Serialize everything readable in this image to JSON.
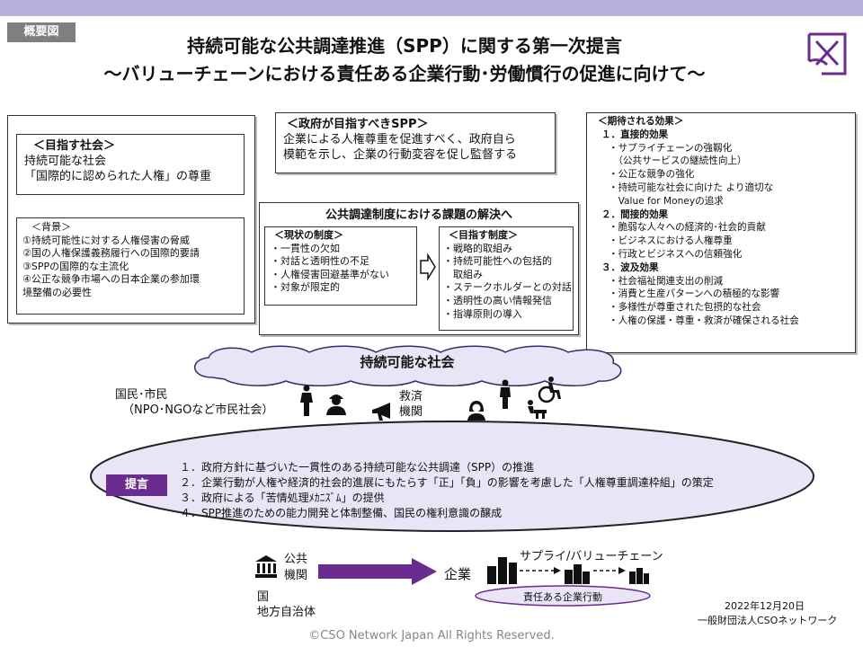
{
  "header": {
    "tag": "概要図",
    "title_line1": "持続可能な公共調達推進（SPP）に関する第一次提言",
    "title_line2": "〜バリューチェーンにおける責任ある企業行動･労働慣行の促進に向けて〜"
  },
  "society_goal": {
    "heading": "＜目指す社会＞",
    "lines": [
      "持続可能な社会",
      "「国際的に認められた人権」の尊重"
    ]
  },
  "background": {
    "heading": "＜背景＞",
    "items": [
      "①持続可能性に対する人権侵害の脅威",
      "②国の人権保護義務履行への国際的要請",
      "③SPPの国際的な主流化",
      "④公正な競争市場への日本企業の参加環",
      "境整備の必要性"
    ]
  },
  "gov_spp": {
    "heading": "＜政府が目指すべきSPP＞",
    "lines": [
      "企業による人権尊重を促進すべく、政府自ら",
      "模範を示し、企業の行動変容を促し監督する"
    ]
  },
  "procurement": {
    "heading": "公共調達制度における課題の解決へ",
    "current_heading": "＜現状の制度＞",
    "current_items": [
      "・一貫性の欠如",
      "・対話と透明性の不足",
      "・人権侵害回避基準がない",
      "・対象が限定的"
    ],
    "target_heading": "＜目指す制度＞",
    "target_items": [
      "・戦略的取組み",
      "・持続可能性への包括的",
      "　取組み",
      "・ステークホルダーとの対話",
      "・透明性の高い情報発信",
      "・指導原則の導入"
    ]
  },
  "effects": {
    "heading": "＜期待される効果＞",
    "sections": [
      {
        "title": "１．直接的効果",
        "items": [
          "・サプライチェーンの強靱化",
          "　（公共サービスの継続性向上）",
          "・公正な競争の強化",
          "・持続可能な社会に向けた より適切な",
          "　Value for Moneyの追求"
        ]
      },
      {
        "title": "２．間接的効果",
        "items": [
          "・脆弱な人々への経済的･社会的貢献",
          "・ビジネスにおける人権尊重",
          "・行政とビジネスへの信頼強化"
        ]
      },
      {
        "title": "３．波及効果",
        "items": [
          "・社会福祉関連支出の削減",
          "・消費と生産パターンへの積極的な影響",
          "・多様性が尊重された包摂的な社会",
          "・人権の保護・尊重・救済が確保される社会"
        ]
      }
    ]
  },
  "cloud": {
    "label": "持続可能な社会"
  },
  "citizens": {
    "line1": "国民･市民",
    "line2": "（NPO･NGOなど市民社会）"
  },
  "relief": {
    "line1": "救済",
    "line2": "機関"
  },
  "proposal": {
    "badge": "提言",
    "items": [
      "１．政府方針に基づいた一貫性のある持続可能な公共調達（SPP）の推進",
      "２．企業行動が人権や経済的社会的進展にもたらす「正」「負」の影響を考慮した「人権尊重調達枠組」の策定",
      "３．政府による「苦情処理ﾒｶﾆｽﾞﾑ」の提供",
      "４．SPP推進のための能力開発と体制整備、国民の権利意識の醸成"
    ]
  },
  "flow": {
    "public_line1": "公共",
    "public_line2": "機関",
    "gov_line1": "国",
    "gov_line2": "地方自治体",
    "company": "企業",
    "supply_chain": "サプライ/バリューチェーン",
    "responsible": "責任ある企業行動"
  },
  "footer": {
    "date": "2022年12月20日",
    "org": "一般財団法人CSOネットワーク",
    "copyright": "©CSO Network Japan All Rights Reserved."
  },
  "colors": {
    "purple": "#6a2c8e",
    "lavender": "#e9e4f6",
    "topbar": "#b9b0dd"
  }
}
